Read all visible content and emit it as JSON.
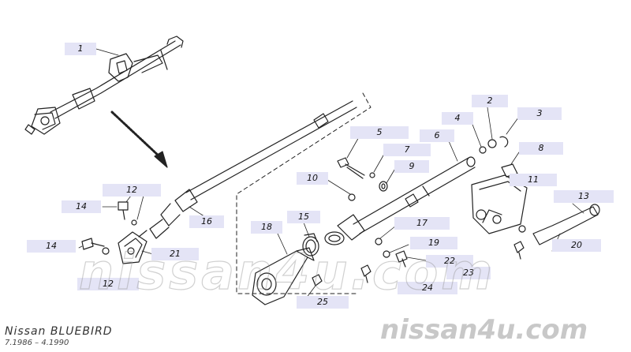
{
  "watermark": "nissan4u.com",
  "footer": {
    "model": "Nissan BLUEBIRD",
    "production_range": "7.1986 – 4.1990"
  },
  "callouts": {
    "c1": "1",
    "c2": "2",
    "c3": "3",
    "c4": "4",
    "c5": "5",
    "c6": "6",
    "c7": "7",
    "c8": "8",
    "c9": "9",
    "c10": "10",
    "c11": "11",
    "c12a": "12",
    "c12b": "12",
    "c13": "13",
    "c14a": "14",
    "c14b": "14",
    "c15": "15",
    "c16": "16",
    "c17": "17",
    "c18": "18",
    "c19": "19",
    "c20": "20",
    "c21": "21",
    "c22": "22",
    "c23": "23",
    "c24": "24",
    "c25": "25"
  }
}
